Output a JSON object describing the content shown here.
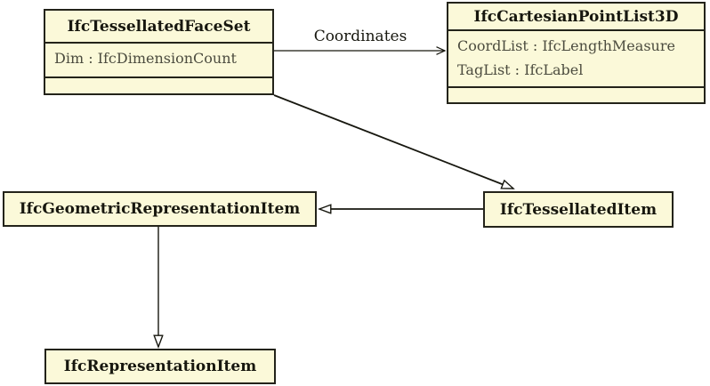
{
  "diagram": {
    "kind": "uml-class-diagram",
    "colors": {
      "node_fill": "#fbf9d9",
      "node_border": "#23231a",
      "title_text": "#17170f",
      "attribute_text": "#4c4c3f",
      "edge_stroke": "#17170f",
      "background": "#ffffff"
    },
    "nodes": [
      {
        "id": "faceset",
        "title": "IfcTessellatedFaceSet",
        "attributes": [
          "Dim : IfcDimensionCount"
        ]
      },
      {
        "id": "pointlist",
        "title": "IfcCartesianPointList3D",
        "attributes": [
          "CoordList : IfcLengthMeasure",
          "TagList : IfcLabel"
        ]
      },
      {
        "id": "geomrep",
        "title": "IfcGeometricRepresentationItem",
        "attributes": []
      },
      {
        "id": "tessitem",
        "title": "IfcTessellatedItem",
        "attributes": []
      },
      {
        "id": "repitem",
        "title": "IfcRepresentationItem",
        "attributes": []
      }
    ],
    "edges": [
      {
        "type": "association",
        "label": "Coordinates",
        "from": "IfcTessellatedFaceSet",
        "to": "IfcCartesianPointList3D",
        "arrowhead": "open"
      },
      {
        "type": "inheritance",
        "label": "",
        "from": "IfcTessellatedFaceSet",
        "to": "IfcTessellatedItem",
        "arrowhead": "hollow-triangle"
      },
      {
        "type": "inheritance",
        "label": "",
        "from": "IfcTessellatedItem",
        "to": "IfcGeometricRepresentationItem",
        "arrowhead": "hollow-triangle"
      },
      {
        "type": "inheritance",
        "label": "",
        "from": "IfcGeometricRepresentationItem",
        "to": "IfcRepresentationItem",
        "arrowhead": "hollow-triangle"
      }
    ]
  }
}
